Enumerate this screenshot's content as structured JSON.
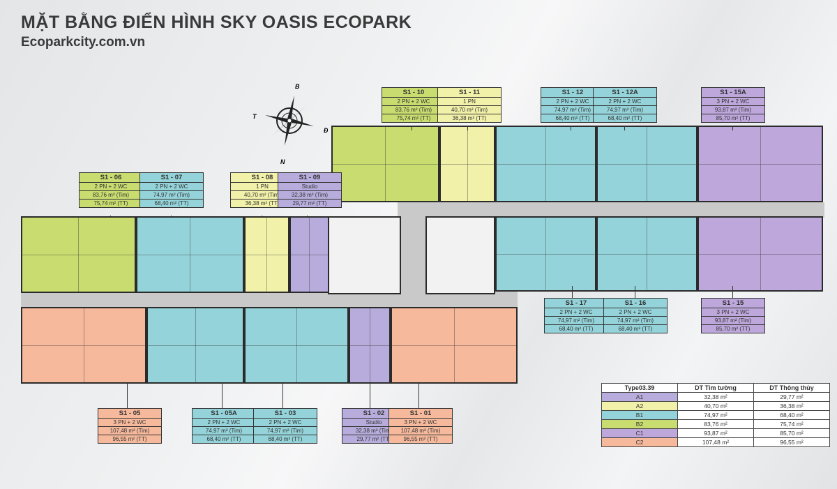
{
  "header": {
    "title": "MẶT BẰNG ĐIỂN HÌNH SKY OASIS ECOPARK",
    "website": "Ecoparkcity.com.vn"
  },
  "compass": {
    "north": "B",
    "east": "Đ",
    "south": "N",
    "west": "T"
  },
  "colors": {
    "A1": "#b7acdb",
    "A2": "#f1f1a9",
    "B1": "#94d3d9",
    "B2": "#c8dc6f",
    "C1": "#bda7db",
    "C2": "#f6b99c"
  },
  "units": [
    {
      "id": "S1 - 06",
      "rooms": "2 PN + 2 WC",
      "tim": "83,76 m² (Tim)",
      "tt": "75,74 m² (TT)",
      "type": "B2"
    },
    {
      "id": "S1 - 07",
      "rooms": "2 PN + 2 WC",
      "tim": "74,97 m² (Tim)",
      "tt": "68,40 m² (TT)",
      "type": "B1"
    },
    {
      "id": "S1 - 08",
      "rooms": "1 PN",
      "tim": "40,70 m² (Tim)",
      "tt": "36,38 m² (TT)",
      "type": "A2"
    },
    {
      "id": "S1 - 09",
      "rooms": "Studio",
      "tim": "32,38 m² (Tim)",
      "tt": "29,77 m² (TT)",
      "type": "A1"
    },
    {
      "id": "S1 - 10",
      "rooms": "2 PN + 2 WC",
      "tim": "83,76 m² (Tim)",
      "tt": "75,74 m² (TT)",
      "type": "B2"
    },
    {
      "id": "S1 - 11",
      "rooms": "1 PN",
      "tim": "40,70 m² (Tim)",
      "tt": "36,38 m² (TT)",
      "type": "A2"
    },
    {
      "id": "S1 - 12",
      "rooms": "2 PN + 2 WC",
      "tim": "74,97 m² (Tim)",
      "tt": "68,40 m² (TT)",
      "type": "B1"
    },
    {
      "id": "S1 - 12A",
      "rooms": "2 PN + 2 WC",
      "tim": "74,97 m² (Tim)",
      "tt": "68,40 m² (TT)",
      "type": "B1"
    },
    {
      "id": "S1 - 15A",
      "rooms": "3 PN + 2 WC",
      "tim": "93,87 m² (Tim)",
      "tt": "85,70 m² (TT)",
      "type": "C1"
    },
    {
      "id": "S1 - 17",
      "rooms": "2 PN + 2 WC",
      "tim": "74,97 m² (Tim)",
      "tt": "68,40 m² (TT)",
      "type": "B1"
    },
    {
      "id": "S1 - 16",
      "rooms": "2 PN + 2 WC",
      "tim": "74,97 m² (Tim)",
      "tt": "68,40 m² (TT)",
      "type": "B1"
    },
    {
      "id": "S1 - 15",
      "rooms": "3 PN + 2 WC",
      "tim": "93,87 m² (Tim)",
      "tt": "85,70 m² (TT)",
      "type": "C1"
    },
    {
      "id": "S1 - 05",
      "rooms": "3 PN + 2 WC",
      "tim": "107,48 m² (Tim)",
      "tt": "96,55 m² (TT)",
      "type": "C2"
    },
    {
      "id": "S1 - 05A",
      "rooms": "2 PN + 2 WC",
      "tim": "74,97 m² (Tim)",
      "tt": "68,40 m² (TT)",
      "type": "B1"
    },
    {
      "id": "S1 - 03",
      "rooms": "2 PN + 2 WC",
      "tim": "74,97 m² (Tim)",
      "tt": "68,40 m² (TT)",
      "type": "B1"
    },
    {
      "id": "S1 - 02",
      "rooms": "Studio",
      "tim": "32,38 m² (Tim)",
      "tt": "29,77 m² (TT)",
      "type": "A1"
    },
    {
      "id": "S1 - 01",
      "rooms": "3 PN + 2 WC",
      "tim": "107,48 m² (Tim)",
      "tt": "96,55 m² (TT)",
      "type": "C2"
    }
  ],
  "legend": {
    "headers": [
      "Type03.39",
      "DT Tim tường",
      "DT Thông thủy"
    ],
    "rows": [
      {
        "type": "A1",
        "tim": "32,38 m²",
        "tt": "29,77 m²"
      },
      {
        "type": "A2",
        "tim": "40,70 m²",
        "tt": "36,38 m²"
      },
      {
        "type": "B1",
        "tim": "74,97 m²",
        "tt": "68,40 m²"
      },
      {
        "type": "B2",
        "tim": "83,76 m²",
        "tt": "75,74 m²"
      },
      {
        "type": "C1",
        "tim": "93,87 m²",
        "tt": "85,70 m²"
      },
      {
        "type": "C2",
        "tim": "107,48 m²",
        "tt": "96,55 m²"
      }
    ]
  }
}
